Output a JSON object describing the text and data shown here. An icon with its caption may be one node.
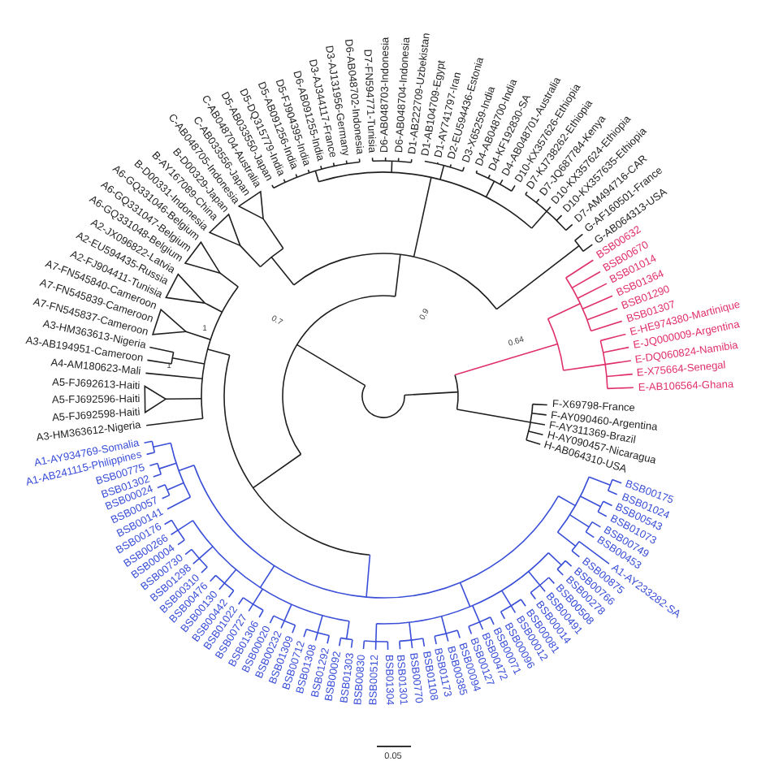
{
  "diagram": {
    "labels": [
      "A3-HM363612-Nigeria",
      "A5-FJ692598-Haiti",
      "A5-FJ692596-Haiti",
      "A5-FJ692613-Haiti",
      "A4-AM180623-Mali",
      "A3-AB194951-Cameroon",
      "A3-HM363613-Nigeria",
      "A7-FN545837-Cameroon",
      "A7-FN545839-Cameroon",
      "A7-FN545840-Cameroon",
      "A2-FJ904411-Tunisia",
      "A2-EU594435-Russia",
      "A2-JX096822-Latvia",
      "A6-GQ331048-Belgium",
      "A6-GQ331047-Belgium",
      "A6-GQ331046-Belgium",
      "B-D00331-Indonesia",
      "B-AY167089-China",
      "B-D00329-Japan",
      "C-AB048705-Indonesia",
      "C-AB033556-Japan",
      "C-AB048704-Australia",
      "D5-AB033550-Japan",
      "D5-DQ315779-India",
      "D5-AB091256-India",
      "D5-FJ904395-India",
      "D6-AB091255-India",
      "D3-AJ344117-France",
      "D3-AJ131956-Germany",
      "D6-AB048702-Indonesia",
      "D7-FN594771-Tunisia",
      "D6-AB048703-Indonesia",
      "D6-AB048704-Indonesia",
      "D1-AB222709-Uzbekistan",
      "D1-AB104709-Egypt",
      "D1-AY741797-Iran",
      "D2-EU594436-Estonia",
      "D3-X65259-India",
      "D4-AB048700-India",
      "D4-KF192830-SA",
      "D4-AB048701-Australia",
      "D10-KX357626-Ethiopia",
      "D7-KJ738262-Ethiopia",
      "D7-JQ687784-Kenya",
      "D10-KX357624-Ethiopia",
      "D10-KX357635-Ethiopia",
      "D7-AM494716-CAR",
      "G-AF160501-France",
      "G-AB064313-USA",
      "BSB00632",
      "BSB00670",
      "BSB01014",
      "BSB01364",
      "BSB01290",
      "BSB01307",
      "E-HE974380-Martinique",
      "E-JQ000009-Argentina",
      "E-DQ060824-Namibia",
      "E-X75664-Senegal",
      "E-AB106564-Ghana",
      "A1-AY934769-Somalia",
      "A1-AB241115-Philippines",
      "BSB00775",
      "BSB01302",
      "BSB00024",
      "BSB00057",
      "BSB00141",
      "BSB00176",
      "BSB00266",
      "BSB00004",
      "BSB00730",
      "BSB01298",
      "BSB00310",
      "BSB00476",
      "BSB00130",
      "BSB00442",
      "BSB01022",
      "BSB00727",
      "BSB01306",
      "BSB00020",
      "BSB00232",
      "BSB01309",
      "BSB00712",
      "BSB01308",
      "BSB01292",
      "BSB00092",
      "BSB01303",
      "BSB00830",
      "BSB00512",
      "BSB01304",
      "BSB01301",
      "BSB00770",
      "BSB01108",
      "BSB01173",
      "BSB00385",
      "BSB00094",
      "BSB00127",
      "BSB00472",
      "BSB00071",
      "BSB00096",
      "BSB00012",
      "BSB00081",
      "BSB00014",
      "BSB00491",
      "BSB00508",
      "BSB00278",
      "BSB00766",
      "BSB00875",
      "A1-AY233282-SA",
      "BSB00453",
      "BSB00749",
      "BSB01073",
      "BSB00543",
      "BSB01024",
      "BSB00175",
      "F-X69798-France",
      "F-AY090460-Argentina",
      "F-AY311369-Brazil",
      "H-AY090457-Nicaragua",
      "H-AB064310-USA",
      "0.64",
      "0.9",
      "0.7",
      "1",
      "1",
      "0.05"
    ]
  }
}
